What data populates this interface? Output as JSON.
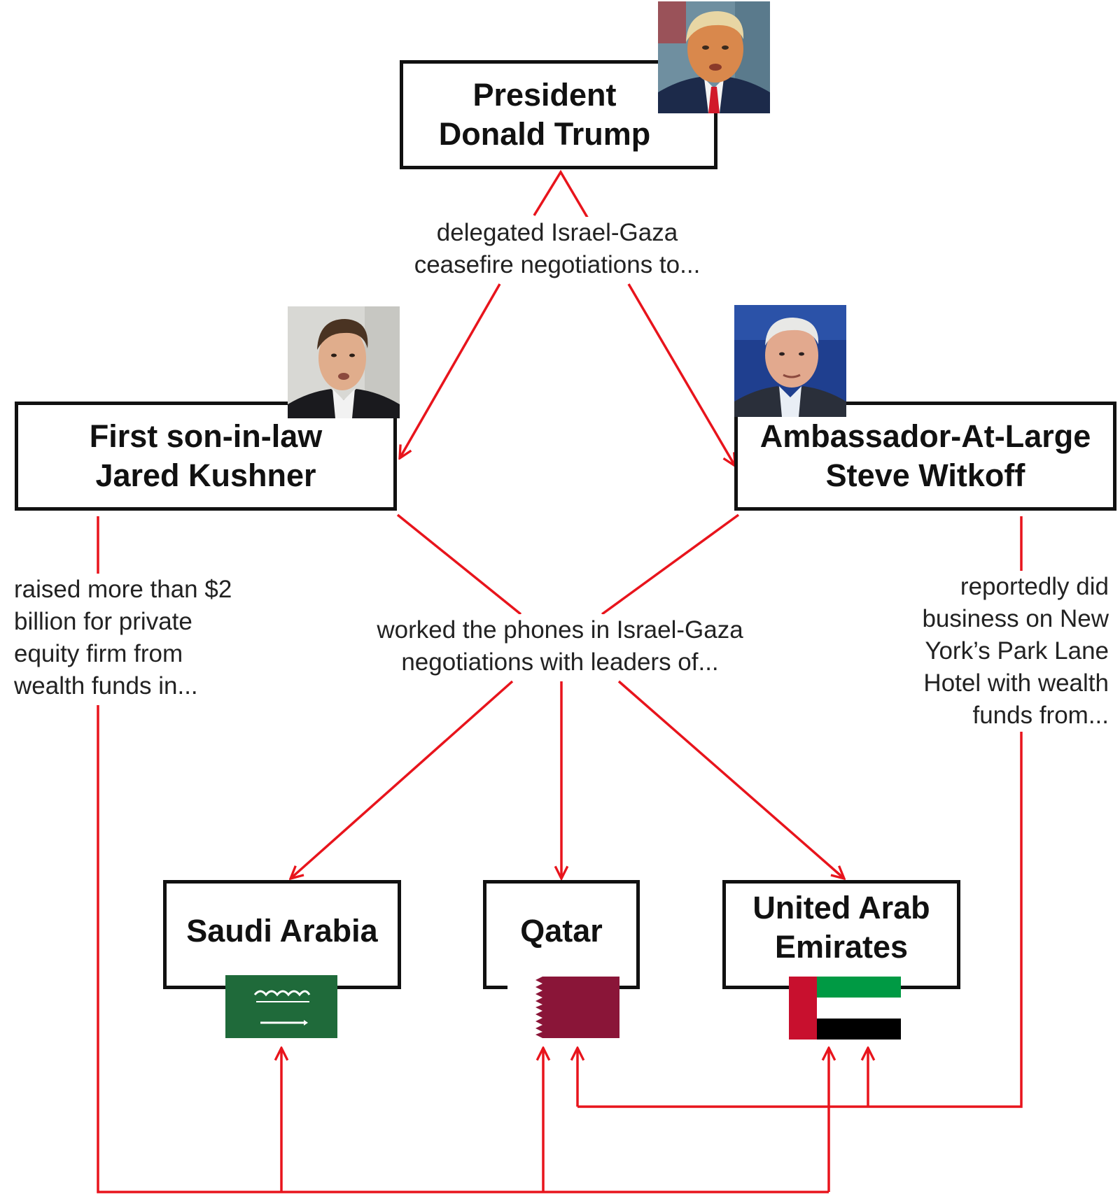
{
  "colors": {
    "arrow": "#e8141c",
    "box_border": "#111111",
    "saudi_green": "#1f6a3a",
    "qatar_maroon": "#8a1538",
    "uae_red": "#c8102e",
    "uae_green": "#009a44",
    "uae_black": "#000000"
  },
  "nodes": {
    "trump": {
      "lines": [
        "President",
        "Donald Trump"
      ],
      "portrait": "donald-trump-portrait"
    },
    "kushner": {
      "lines": [
        "First son-in-law",
        "Jared Kushner"
      ],
      "portrait": "jared-kushner-portrait"
    },
    "witkoff": {
      "lines": [
        "Ambassador-At-Large",
        "Steve Witkoff"
      ],
      "portrait": "steve-witkoff-portrait"
    },
    "saudi": {
      "lines": [
        "Saudi Arabia"
      ],
      "flag": "saudi-arabia-flag"
    },
    "qatar": {
      "lines": [
        "Qatar"
      ],
      "flag": "qatar-flag"
    },
    "uae": {
      "lines": [
        "United Arab",
        "Emirates"
      ],
      "flag": "uae-flag"
    }
  },
  "labels": {
    "delegated": [
      "delegated Israel-Gaza",
      "ceasefire negotiations to..."
    ],
    "kushner_funds": [
      "raised more than $2",
      "billion for private",
      "equity firm from",
      "wealth funds in..."
    ],
    "phones": [
      "worked the phones in Israel-Gaza",
      "negotiations with leaders of..."
    ],
    "witkoff_funds": [
      "reportedly did",
      "business on New",
      "York’s Park Lane",
      "Hotel with wealth",
      "funds from..."
    ]
  }
}
